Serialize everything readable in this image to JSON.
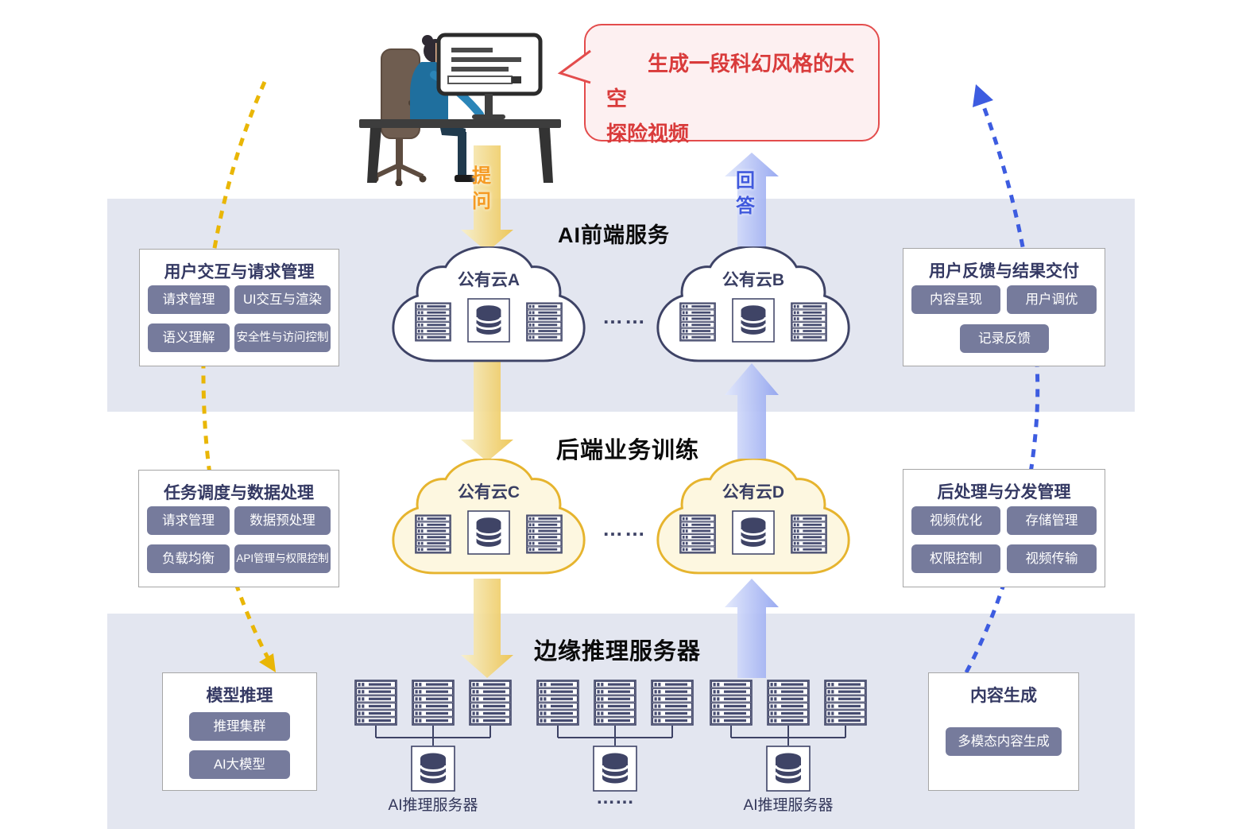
{
  "header": {
    "speech_bubble": {
      "line1": "生成一段科幻风格的太空",
      "line2": "探险视频"
    },
    "query_arrow_label": "提问",
    "answer_arrow_label": "回答"
  },
  "bands": {
    "frontend": {
      "title": "AI前端服务"
    },
    "backend": {
      "title": "后端业务训练"
    },
    "edge": {
      "title": "边缘推理服务器"
    }
  },
  "clouds": {
    "a": {
      "label": "公有云A"
    },
    "b": {
      "label": "公有云B"
    },
    "c": {
      "label": "公有云C"
    },
    "d": {
      "label": "公有云D"
    }
  },
  "ellipsis": "……",
  "panels": {
    "user_interaction": {
      "title": "用户交互与请求管理",
      "chips": [
        "请求管理",
        "UI交互与渲染",
        "语义理解",
        "安全性与访问控制"
      ]
    },
    "user_feedback": {
      "title": "用户反馈与结果交付",
      "chips": [
        "内容呈现",
        "用户调优",
        "记录反馈"
      ]
    },
    "task_scheduling": {
      "title": "任务调度与数据处理",
      "chips": [
        "请求管理",
        "数据预处理",
        "负载均衡",
        "API管理与权限控制"
      ]
    },
    "post_processing": {
      "title": "后处理与分发管理",
      "chips": [
        "视频优化",
        "存储管理",
        "权限控制",
        "视频传输"
      ]
    },
    "model_inference": {
      "title": "模型推理",
      "chips": [
        "推理集群",
        "AI大模型"
      ]
    },
    "content_generation": {
      "title": "内容生成",
      "chips": [
        "多模态内容生成"
      ]
    }
  },
  "edge_clusters": [
    {
      "label": "AI推理服务器"
    },
    {
      "label": "……"
    },
    {
      "label": "AI推理服务器"
    }
  ],
  "colors": {
    "band_bg": "#e3e6f0",
    "navy_outline": "#3e4366",
    "chip_bg": "#767b9c",
    "gold_cloud_stroke": "#e6b42e",
    "gold_cloud_fill": "#fdf7e0",
    "query_gradient_start": "#f8f0cc",
    "query_gradient_end": "#edc44f",
    "answer_gradient_start": "#e2e8fc",
    "answer_gradient_end": "#92a4f0",
    "query_label_color": "#f59a23",
    "answer_label_color": "#4059dd",
    "dashed_yellow": "#e9b606",
    "dashed_blue": "#3d5ce0",
    "bubble_border": "#e34c4c",
    "bubble_bg": "#fdf0f1",
    "bubble_text": "#d93b3b"
  }
}
